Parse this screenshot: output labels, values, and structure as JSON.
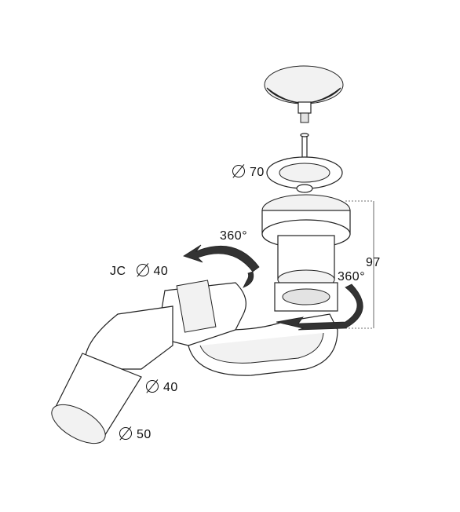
{
  "labels": {
    "diam_70": "70",
    "rotation_left": "360°",
    "rotation_right": "360°",
    "jc_prefix": "JC",
    "diam_40_jc": "40",
    "height_97": "97",
    "diam_40": "40",
    "diam_50": "50"
  },
  "icons": {
    "diameter": "diameter-icon"
  },
  "colors": {
    "line": "#222222",
    "fill_light": "#f2f2f2",
    "arrow": "#333333"
  }
}
